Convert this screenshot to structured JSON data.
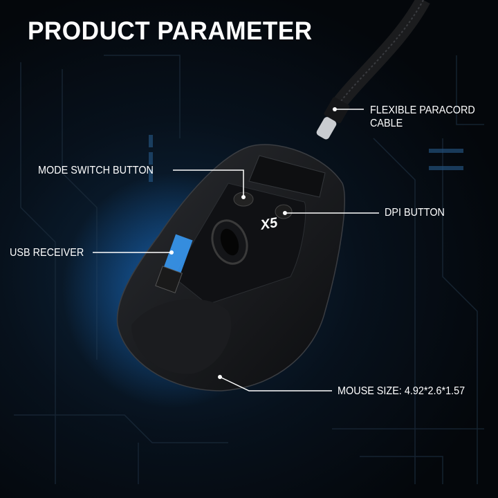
{
  "title": "PRODUCT PARAMETER",
  "model_mark": "X5",
  "callouts": {
    "cable_line1": "FLEXIBLE PARACORD",
    "cable_line2": "CABLE",
    "mode_switch": "MODE SWITCH BUTTON",
    "dpi": "DPI BUTTON",
    "usb_receiver": "USB RECEIVER",
    "mouse_size": "MOUSE SIZE: 4.92*2.6*1.57"
  },
  "colors": {
    "background": "#05080d",
    "glow": "#1e8cff",
    "text": "#ffffff"
  }
}
